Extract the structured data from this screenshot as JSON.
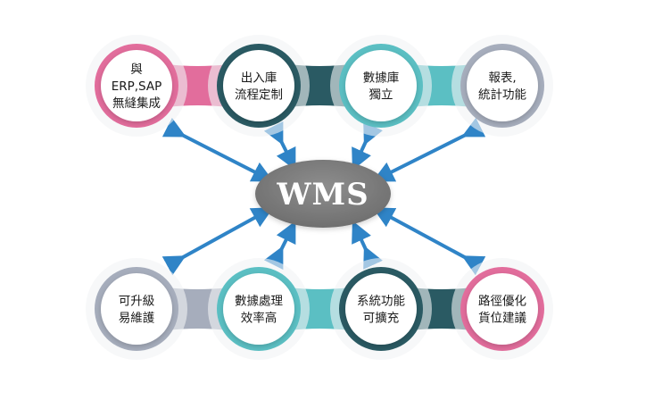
{
  "center": {
    "label": "WMS"
  },
  "colors": {
    "pink": "#e26d9c",
    "teal": "#5bbfc3",
    "dark_teal": "#2a5a63",
    "gray": "#a6adbc",
    "center_fill": "#7b7b7b",
    "arrow": "#2f84c7"
  },
  "nodes": [
    {
      "id": "erp",
      "lines": [
        "與",
        "ERP,SAP",
        "無縫集成"
      ],
      "ring": "pink"
    },
    {
      "id": "inbound",
      "lines": [
        "出入庫",
        "流程定制"
      ],
      "ring": "dark_teal"
    },
    {
      "id": "db",
      "lines": [
        "數據庫",
        "獨立"
      ],
      "ring": "teal"
    },
    {
      "id": "report",
      "lines": [
        "報表,",
        "統計功能"
      ],
      "ring": "gray"
    },
    {
      "id": "upgrade",
      "lines": [
        "可升級",
        "易維護"
      ],
      "ring": "gray"
    },
    {
      "id": "processing",
      "lines": [
        "數據處理",
        "效率高"
      ],
      "ring": "teal"
    },
    {
      "id": "extend",
      "lines": [
        "系統功能",
        "可擴充"
      ],
      "ring": "dark_teal"
    },
    {
      "id": "route",
      "lines": [
        "路徑優化",
        "貨位建議"
      ],
      "ring": "pink"
    }
  ]
}
